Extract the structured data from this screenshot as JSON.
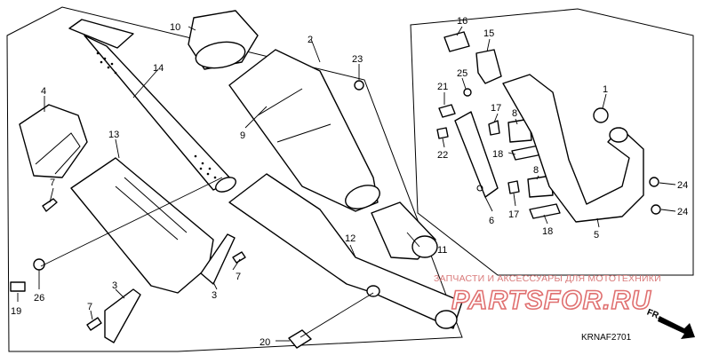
{
  "diagram": {
    "code": "KRNAF2701",
    "direction_label": "FR.",
    "watermark": {
      "top_text": "ЗАПЧАСТИ И АКСЕССУАРЫ ДЛЯ МОТОТЕХНИКИ",
      "logo_text": "PARTSFOR.RU"
    },
    "callouts": {
      "c1": "1",
      "c2": "2",
      "c3a": "3",
      "c3b": "3",
      "c4": "4",
      "c5": "5",
      "c6": "6",
      "c7a": "7",
      "c7b": "7",
      "c7c": "7",
      "c8a": "8",
      "c8b": "8",
      "c9": "9",
      "c10": "10",
      "c11": "11",
      "c12": "12",
      "c13": "13",
      "c14": "14",
      "c15": "15",
      "c16": "16",
      "c17a": "17",
      "c17b": "17",
      "c18a": "18",
      "c18b": "18",
      "c19": "19",
      "c20": "20",
      "c21": "21",
      "c22": "22",
      "c23": "23",
      "c24a": "24",
      "c24b": "24",
      "c25": "25",
      "c26": "26"
    }
  }
}
